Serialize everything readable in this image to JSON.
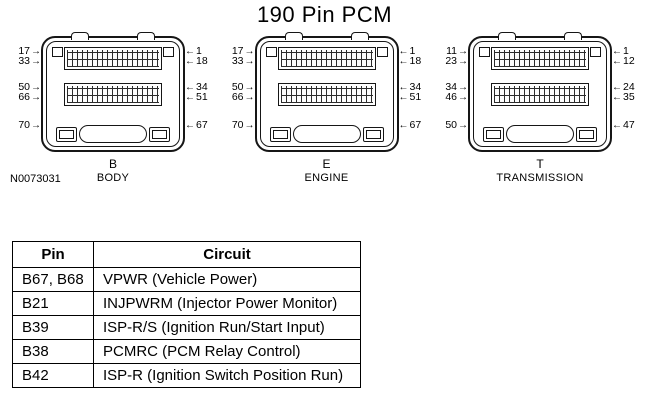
{
  "title": "190 Pin PCM",
  "doc_id": "N0073031",
  "icons": {
    "arrow_right": "→",
    "arrow_left": "←"
  },
  "connectors": [
    {
      "letter": "B",
      "name": "BODY",
      "rows": [
        {
          "left": "17",
          "right": "1"
        },
        {
          "left": "33",
          "right": "18"
        },
        {
          "left": "50",
          "right": "34"
        },
        {
          "left": "66",
          "right": "51"
        },
        {
          "left": "70",
          "right": "67"
        }
      ]
    },
    {
      "letter": "E",
      "name": "ENGINE",
      "rows": [
        {
          "left": "17",
          "right": "1"
        },
        {
          "left": "33",
          "right": "18"
        },
        {
          "left": "50",
          "right": "34"
        },
        {
          "left": "66",
          "right": "51"
        },
        {
          "left": "70",
          "right": "67"
        }
      ]
    },
    {
      "letter": "T",
      "name": "TRANSMISSION",
      "rows": [
        {
          "left": "11",
          "right": "1"
        },
        {
          "left": "23",
          "right": "12"
        },
        {
          "left": "34",
          "right": "24"
        },
        {
          "left": "46",
          "right": "35"
        },
        {
          "left": "50",
          "right": "47"
        }
      ]
    }
  ],
  "table": {
    "headers": [
      "Pin",
      "Circuit"
    ],
    "rows": [
      [
        "B67, B68",
        "VPWR (Vehicle Power)"
      ],
      [
        "B21",
        "INJPWRM (Injector Power Monitor)"
      ],
      [
        "B39",
        "ISP-R/S (Ignition Run/Start Input)"
      ],
      [
        "B38",
        "PCMRC (PCM Relay Control)"
      ],
      [
        "B42",
        "ISP-R (Ignition Switch Position Run)"
      ]
    ]
  }
}
